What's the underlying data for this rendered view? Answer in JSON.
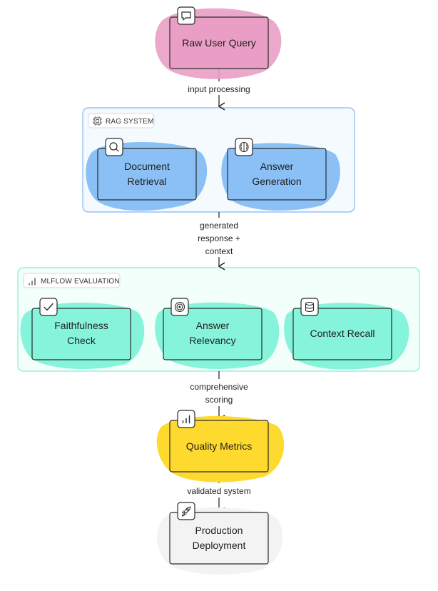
{
  "nodes": {
    "raw_query": {
      "label_lines": [
        "Raw User Query"
      ],
      "icon": "message-icon",
      "color": "#e7a1c6",
      "fill": "#ea9ec5"
    },
    "doc_retrieval": {
      "label_lines": [
        "Document",
        "Retrieval"
      ],
      "icon": "search-icon",
      "color": "#7fb7f3",
      "fill": "#8ac0f6"
    },
    "answer_generation": {
      "label_lines": [
        "Answer",
        "Generation"
      ],
      "icon": "brain-icon",
      "color": "#7fb7f3",
      "fill": "#8ac0f6"
    },
    "faithfulness": {
      "label_lines": [
        "Faithfulness",
        "Check"
      ],
      "icon": "check-icon",
      "color": "#7ff0d2",
      "fill": "#86f4da"
    },
    "relevancy": {
      "label_lines": [
        "Answer",
        "Relevancy"
      ],
      "icon": "target-icon",
      "color": "#7ff0d2",
      "fill": "#86f4da"
    },
    "context_recall": {
      "label_lines": [
        "Context Recall"
      ],
      "icon": "database-icon",
      "color": "#7ff0d2",
      "fill": "#86f4da"
    },
    "quality_metrics": {
      "label_lines": [
        "Quality Metrics"
      ],
      "icon": "bar-chart-icon",
      "color": "#ffe14d",
      "fill": "#ffda2e"
    },
    "production": {
      "label_lines": [
        "Production",
        "Deployment"
      ],
      "icon": "rocket-icon",
      "color": "#efefef",
      "fill": "#f3f3f3"
    }
  },
  "groups": {
    "rag": {
      "label": "RAG SYSTEM",
      "icon": "cpu-icon",
      "border": "#7fb7f3",
      "fill": "#f5faff"
    },
    "mlflow": {
      "label": "MLFLOW EVALUATION",
      "icon": "bar-chart-icon",
      "border": "#7ff0d2",
      "fill": "#f3fffb"
    }
  },
  "edges": {
    "e1": {
      "label_lines": [
        "input processing"
      ]
    },
    "e2": {
      "label_lines": [
        "generated",
        "response +",
        "context"
      ]
    },
    "e3": {
      "label_lines": [
        "comprehensive",
        "scoring"
      ]
    },
    "e4": {
      "label_lines": [
        "validated system"
      ]
    }
  }
}
